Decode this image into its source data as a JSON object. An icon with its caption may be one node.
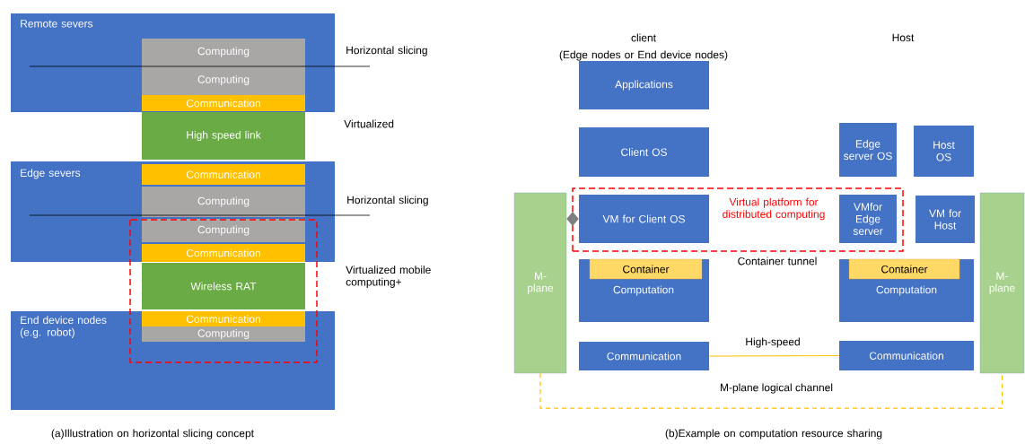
{
  "diagram": {
    "nodes": [
      {
        "text": [
          "Remote severs"
        ]
      },
      {
        "text": [
          "Computing"
        ],
        "in": 0
      },
      {
        "text": [
          "Computing"
        ],
        "in": 0
      },
      {
        "text": [
          "Communication"
        ],
        "in": 0
      },
      {
        "text": [
          "High speed link"
        ]
      },
      {
        "text": [
          "Edge severs"
        ]
      },
      {
        "text": [
          "Communication"
        ],
        "in": 5
      },
      {
        "text": [
          "Computing"
        ],
        "in": 5
      },
      {
        "text": [
          "Computing"
        ],
        "in": 5
      },
      {
        "text": [
          "Communication"
        ],
        "in": 5
      },
      {
        "text": [
          "Wireless RAT"
        ]
      },
      {
        "text": [
          "End device nodes (e.g. robot)"
        ]
      },
      {
        "text": [
          "Communication"
        ],
        "in": 11
      },
      {
        "text": [
          "Computing"
        ],
        "in": 11
      },
      {
        "text": [
          "Applications"
        ]
      },
      {
        "text": [
          "Client OS"
        ]
      },
      {
        "text": [
          "Edge server OS"
        ]
      },
      {
        "text": [
          "Host OS"
        ]
      },
      {
        "text": [
          "M- plane"
        ]
      },
      {
        "text": [
          "Virtual platform for distributed computing"
        ]
      },
      {
        "text": [
          "VM for Client OS"
        ],
        "in": 19
      },
      {
        "text": [
          "VMfor Edge server"
        ],
        "in": 19
      },
      {
        "text": [
          "VM for Host"
        ]
      },
      {
        "text": [
          "M- plane"
        ]
      },
      {
        "text": [
          "Computation"
        ]
      },
      {
        "text": [
          "Container"
        ],
        "in": 24
      },
      {
        "text": [
          "Computation"
        ]
      },
      {
        "text": [
          "Container"
        ],
        "in": 26
      },
      {
        "text": [
          "Communication"
        ]
      },
      {
        "text": [
          "Communication"
        ]
      }
    ],
    "edges": [
      {
        "from": 18,
        "to": 20,
        "arrow": "both",
        "style": "thick",
        "color": "#7f7f7f"
      },
      {
        "from": 28,
        "to": 29,
        "arrow": "none",
        "label": "High-speed",
        "color": "#ffc000"
      },
      {
        "from": 18,
        "to": 23,
        "arrow": "none",
        "label": "M-plane logical channel",
        "style": "dashed",
        "color": "#ffc000"
      }
    ],
    "labels": [
      "Horizontal slicing",
      "Virtualized",
      "Horizontal slicing",
      "Virtualized mobile computing+",
      "(a)Illustration on horizontal slicing concept",
      "client",
      "(Edge nodes or End device nodes)",
      "Host",
      "Container tunnel",
      "(b)Example on computation resource sharing"
    ]
  }
}
